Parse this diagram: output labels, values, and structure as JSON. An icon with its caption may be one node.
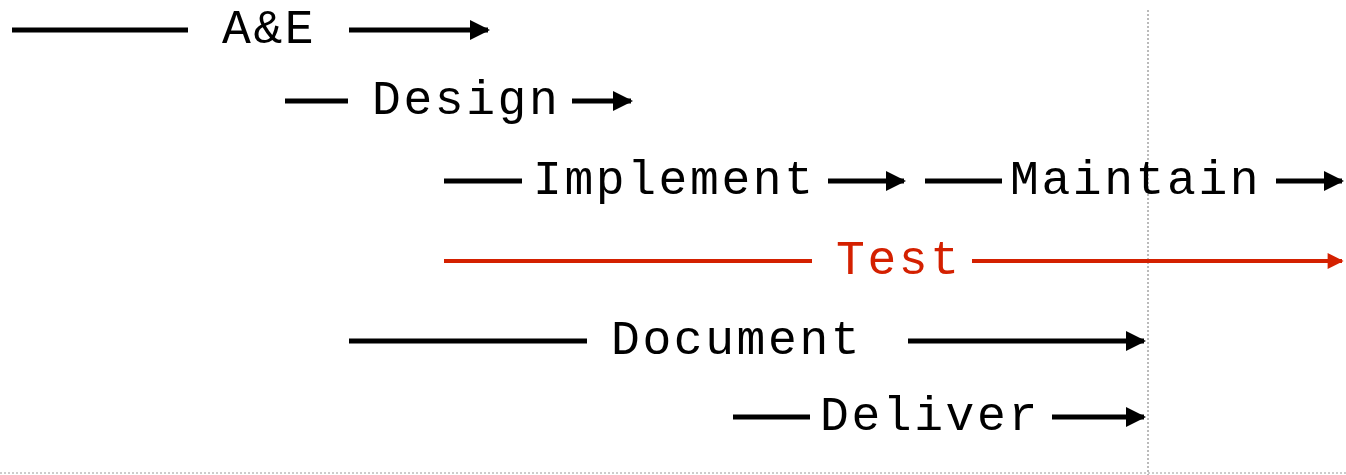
{
  "diagram": {
    "labels": [
      "A&E",
      "Design",
      "Implement",
      "Maintain",
      "Test",
      "Document",
      "Deliver"
    ]
  }
}
